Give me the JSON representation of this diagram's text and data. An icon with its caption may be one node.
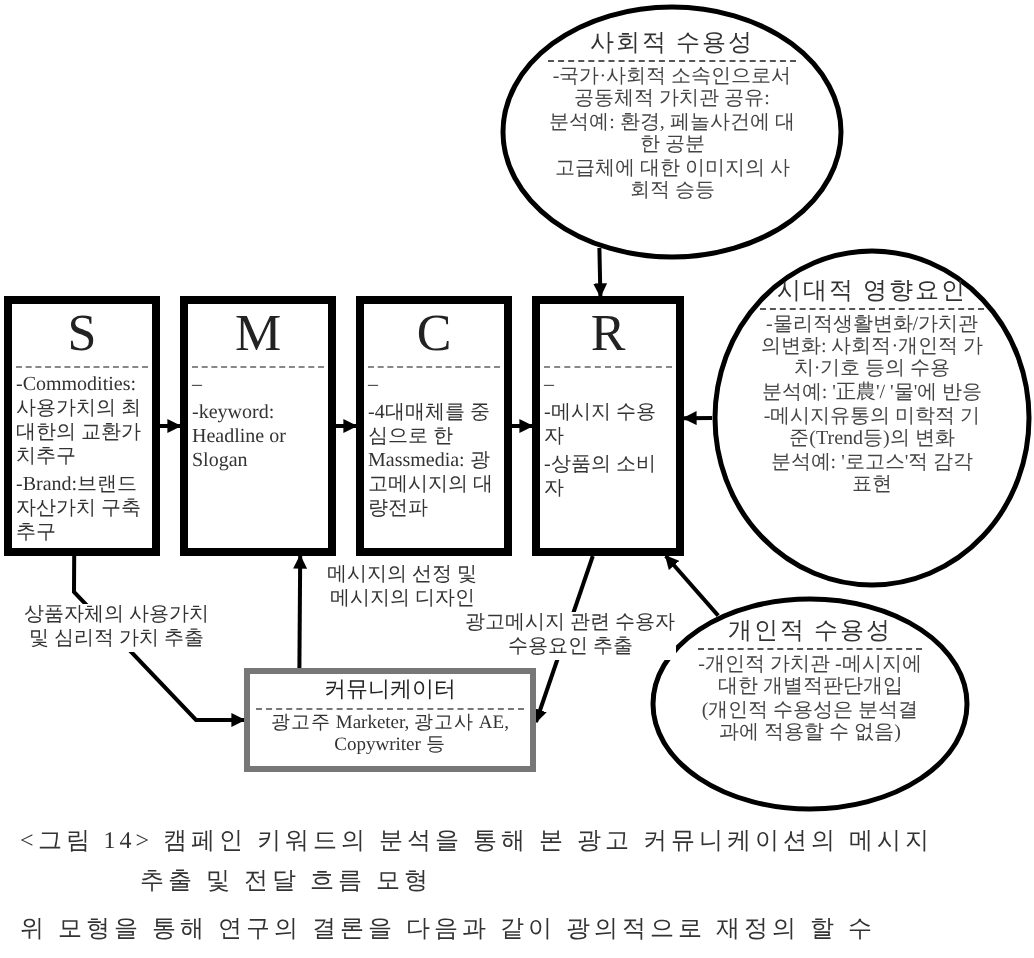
{
  "diagram": {
    "caption": "<그림 14> 캠페인 키워드의 분석을 통해 본 광고 커뮤니케이션의 메시지 추출 및 전달 흐름 모형",
    "nodes": [
      {
        "text": [
          "사회적 수용성",
          "-국가·사회적 소속인으로서 공동체적 가치관 공유:",
          "분석예: 환경, 페놀사건에 대한 공분",
          "고급체에 대한 이미지의 사회적 승등"
        ]
      },
      {
        "text": [
          "S",
          "-Commodities:사용가치의 최대한의 교환가치추구",
          "-Brand:브랜드자산가치 구축 추구"
        ]
      },
      {
        "text": [
          "M",
          "–",
          "-keyword: Headline or Slogan"
        ]
      },
      {
        "text": [
          "C",
          "–",
          "-4대매체를 중심으로 한 Massmedia: 광고메시지의 대량전파"
        ]
      },
      {
        "text": [
          "R",
          "–",
          "-메시지 수용자",
          "-상품의 소비자"
        ]
      },
      {
        "text": [
          "시대적 영향요인",
          "-물리적생활변화/가치관의변화: 사회적·개인적 가치·기호 등의 수용",
          "분석예: '正農'/ '물'에 반응",
          "-메시지유통의 미학적 기준(Trend등)의 변화",
          "분석예: '로고스'적 감각 표현"
        ]
      },
      {
        "text": [
          "개인적 수용성",
          "-개인적 가치관 -메시지에 대한 개별적판단개입",
          "(개인적 수용성은 분석결과에 적용할 수 없음)"
        ]
      },
      {
        "text": [
          "커뮤니케이터",
          "광고주 Marketer, 광고사 AE, Copywriter 등"
        ]
      }
    ],
    "edges": [
      {
        "from": 1,
        "to": 2,
        "arrow": "to"
      },
      {
        "from": 2,
        "to": 3,
        "arrow": "to"
      },
      {
        "from": 3,
        "to": 4,
        "arrow": "to"
      },
      {
        "from": 0,
        "to": 4,
        "arrow": "to"
      },
      {
        "from": 5,
        "to": 4,
        "arrow": "to"
      },
      {
        "from": 6,
        "to": 4,
        "arrow": "to"
      },
      {
        "from": 1,
        "to": 7,
        "arrow": "to",
        "label": "상품자체의 사용가치 및 심리적 가치 추출"
      },
      {
        "from": 7,
        "to": 2,
        "arrow": "to",
        "label": "메시지의 선정 및 메시지의 디자인"
      },
      {
        "from": 4,
        "to": 7,
        "arrow": "to",
        "label": "광고메시지 관련 수용자 수용요인 추출"
      }
    ],
    "labels": [
      "위 모형을 통해 연구의 결론을 다음과 같이 광의적으로 재정의 할 수"
    ]
  }
}
